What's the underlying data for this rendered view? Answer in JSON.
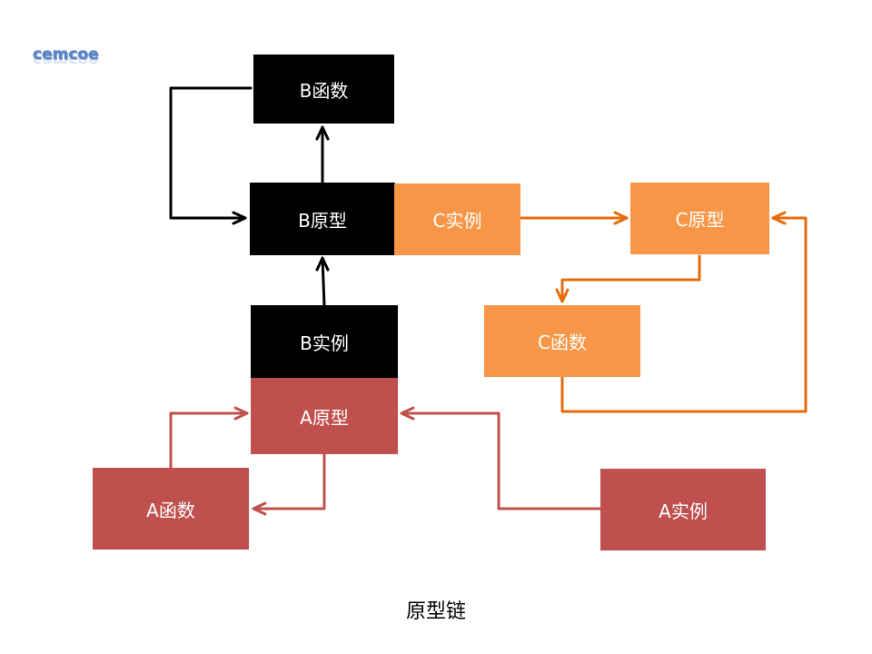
{
  "logo": {
    "text": "cemcoe"
  },
  "nodes": {
    "b_function": {
      "label": "B函数"
    },
    "b_prototype": {
      "label": "B原型"
    },
    "b_instance": {
      "label": "B实例"
    },
    "c_instance": {
      "label": "C实例"
    },
    "c_prototype": {
      "label": "C原型"
    },
    "c_function": {
      "label": "C函数"
    },
    "a_prototype": {
      "label": "A原型"
    },
    "a_function": {
      "label": "A函数"
    },
    "a_instance": {
      "label": "A实例"
    }
  },
  "colors": {
    "chain_b": "#000000",
    "chain_c": "#f79646",
    "chain_a": "#c0504d",
    "connector_c": "#e46c0a"
  },
  "caption": "原型链"
}
